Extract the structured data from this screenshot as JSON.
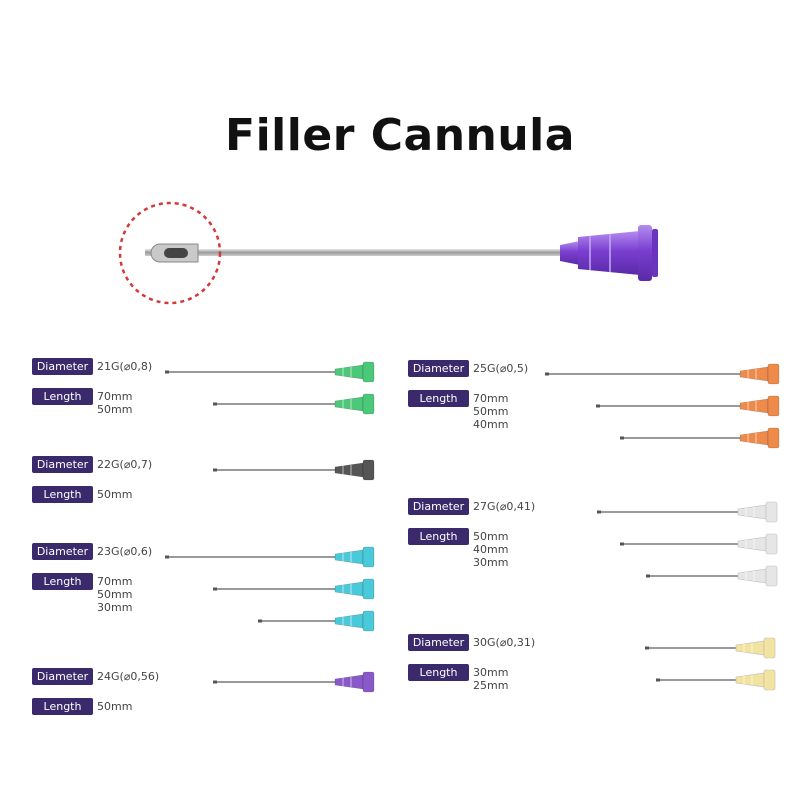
{
  "title": "Filler Cannula",
  "labels": {
    "diameter": "Diameter",
    "length": "Length"
  },
  "groups": [
    {
      "gauge": "21G(⌀0,8)",
      "lengths": [
        "70mm",
        "50mm"
      ],
      "color": "#4cc879"
    },
    {
      "gauge": "22G(⌀0,7)",
      "lengths": [
        "50mm"
      ],
      "color": "#555555"
    },
    {
      "gauge": "23G(⌀0,6)",
      "lengths": [
        "70mm",
        "50mm",
        "30mm"
      ],
      "color": "#49c9d9"
    },
    {
      "gauge": "24G(⌀0,56)",
      "lengths": [
        "50mm"
      ],
      "color": "#8a59c9"
    },
    {
      "gauge": "25G(⌀0,5)",
      "lengths": [
        "70mm",
        "50mm",
        "40mm"
      ],
      "color": "#ee8a4a"
    },
    {
      "gauge": "27G(⌀0,41)",
      "lengths": [
        "50mm",
        "40mm",
        "30mm"
      ],
      "color": "#e6e6e6"
    },
    {
      "gauge": "30G(⌀0,31)",
      "lengths": [
        "30mm",
        "25mm"
      ],
      "color": "#f3e3a0"
    }
  ],
  "hero_hub_color": "#8a4fd6"
}
